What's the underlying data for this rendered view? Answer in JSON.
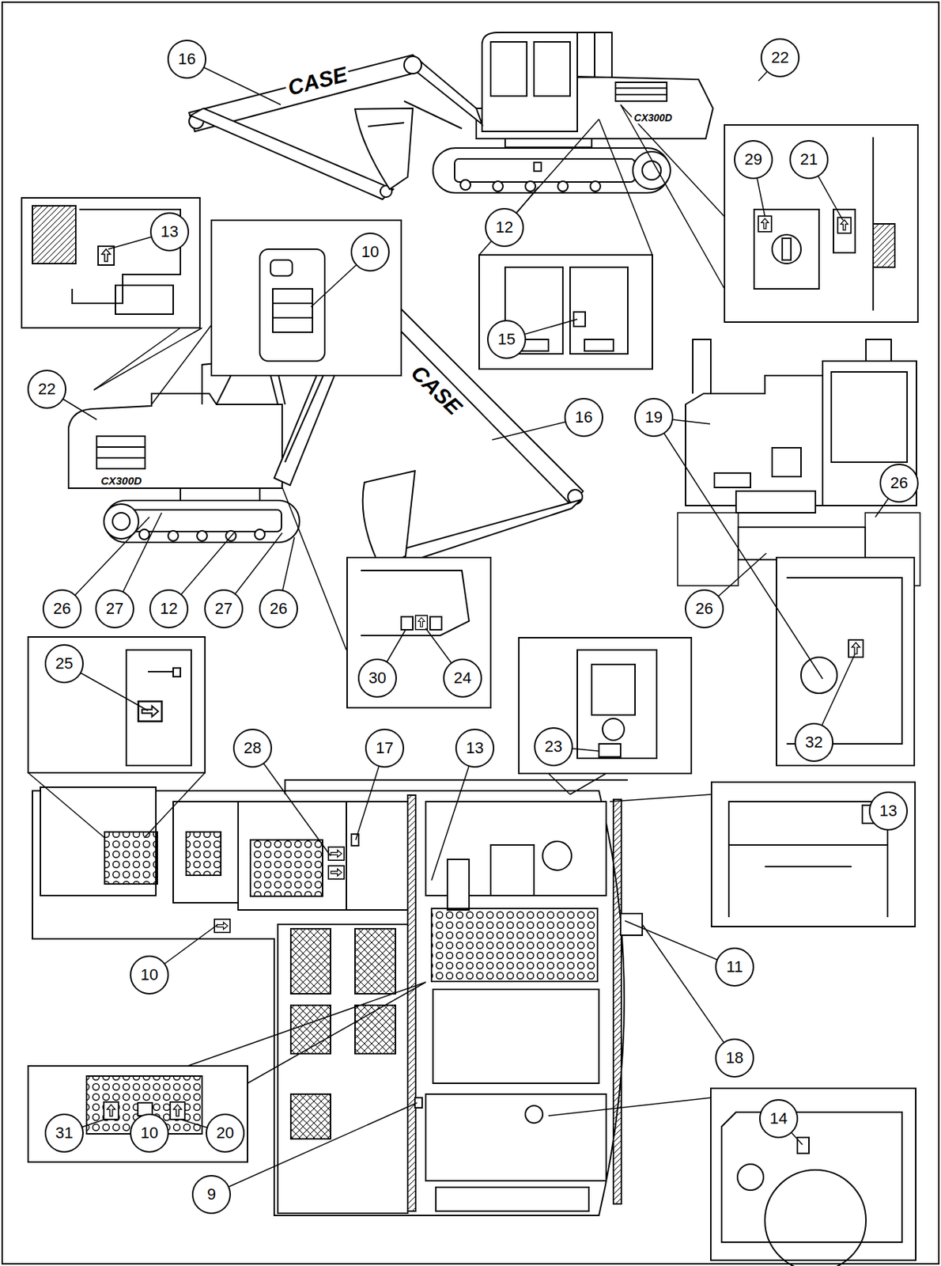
{
  "diagram": {
    "labels": [
      "16",
      "22",
      "CASE",
      "CX300D",
      "29",
      "21",
      "12",
      "13",
      "10",
      "15",
      "22",
      "16",
      "19",
      "CASE",
      "CX300D",
      "26",
      "26",
      "27",
      "12",
      "27",
      "26",
      "26",
      "25",
      "30",
      "24",
      "32",
      "23",
      "28",
      "17",
      "13",
      "13",
      "11",
      "10",
      "18",
      "14",
      "31",
      "10",
      "20",
      "9"
    ]
  }
}
